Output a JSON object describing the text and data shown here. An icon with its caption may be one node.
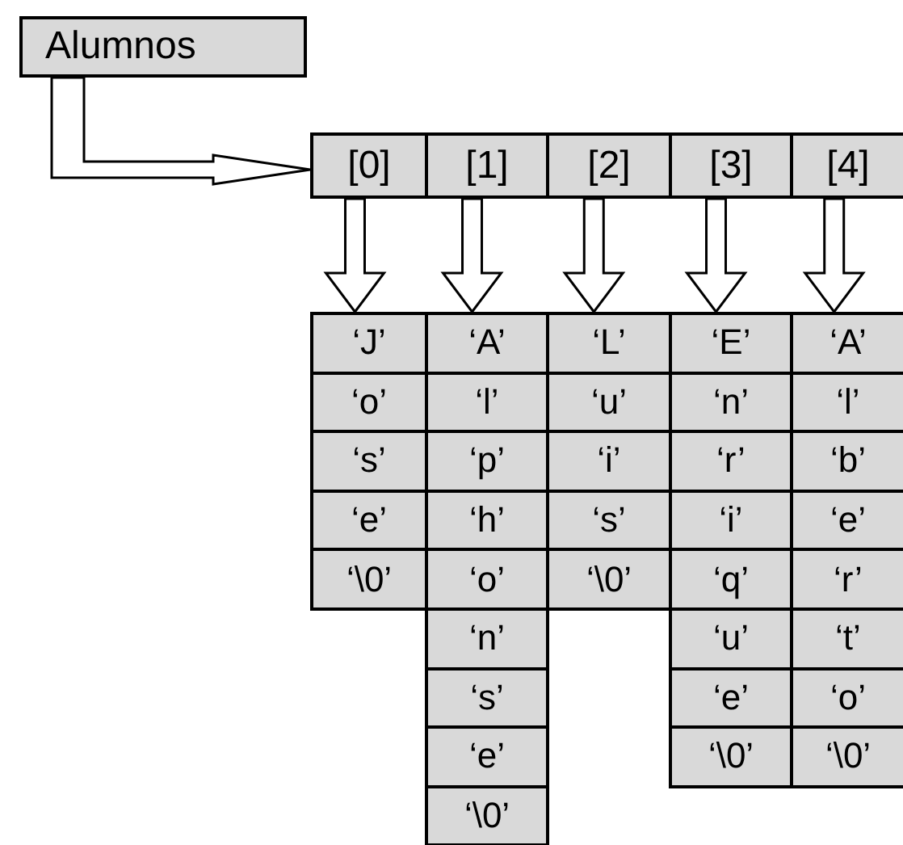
{
  "diagram": {
    "nodes": [
      {
        "text": [
          "Alumnos"
        ]
      },
      {
        "text": [
          "[0]"
        ]
      },
      {
        "text": [
          "[1]"
        ]
      },
      {
        "text": [
          "[2]"
        ]
      },
      {
        "text": [
          "[3]"
        ]
      },
      {
        "text": [
          "[4]"
        ]
      },
      {
        "text": [
          "‘J’"
        ]
      },
      {
        "text": [
          "‘o’"
        ]
      },
      {
        "text": [
          "‘s’"
        ]
      },
      {
        "text": [
          "‘e’"
        ]
      },
      {
        "text": [
          "‘\\0’"
        ]
      },
      {
        "text": [
          "‘A’"
        ]
      },
      {
        "text": [
          "‘l’"
        ]
      },
      {
        "text": [
          "‘p’"
        ]
      },
      {
        "text": [
          "‘h’"
        ]
      },
      {
        "text": [
          "‘o’"
        ]
      },
      {
        "text": [
          "‘n’"
        ]
      },
      {
        "text": [
          "‘s’"
        ]
      },
      {
        "text": [
          "‘e’"
        ]
      },
      {
        "text": [
          "‘\\0’"
        ]
      },
      {
        "text": [
          "‘L’"
        ]
      },
      {
        "text": [
          "‘u’"
        ]
      },
      {
        "text": [
          "‘i’"
        ]
      },
      {
        "text": [
          "‘s’"
        ]
      },
      {
        "text": [
          "‘\\0’"
        ]
      },
      {
        "text": [
          "‘E’"
        ]
      },
      {
        "text": [
          "‘n’"
        ]
      },
      {
        "text": [
          "‘r’"
        ]
      },
      {
        "text": [
          "‘i’"
        ]
      },
      {
        "text": [
          "‘q’"
        ]
      },
      {
        "text": [
          "‘u’"
        ]
      },
      {
        "text": [
          "‘e’"
        ]
      },
      {
        "text": [
          "‘\\0’"
        ]
      },
      {
        "text": [
          "‘A’"
        ]
      },
      {
        "text": [
          "‘l’"
        ]
      },
      {
        "text": [
          "‘b’"
        ]
      },
      {
        "text": [
          "‘e’"
        ]
      },
      {
        "text": [
          "‘r’"
        ]
      },
      {
        "text": [
          "‘t’"
        ]
      },
      {
        "text": [
          "‘o’"
        ]
      },
      {
        "text": [
          "‘\\0’"
        ]
      }
    ],
    "edges": [
      {
        "from": 0,
        "to": 1,
        "arrow": "to"
      },
      {
        "from": 1,
        "to": 6,
        "arrow": "to"
      },
      {
        "from": 2,
        "to": 11,
        "arrow": "to"
      },
      {
        "from": 3,
        "to": 20,
        "arrow": "to"
      },
      {
        "from": 4,
        "to": 25,
        "arrow": "to"
      },
      {
        "from": 5,
        "to": 33,
        "arrow": "to"
      }
    ]
  }
}
